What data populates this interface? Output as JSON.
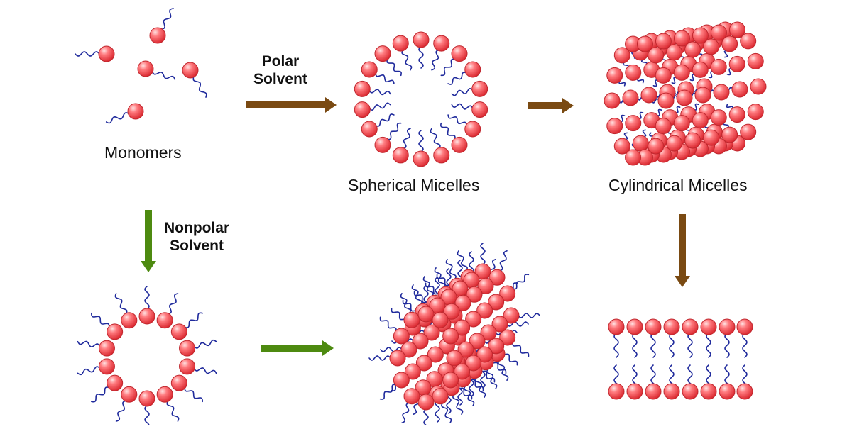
{
  "labels": {
    "monomers": "Monomers",
    "polar_solvent_line1": "Polar",
    "polar_solvent_line2": "Solvent",
    "spherical_micelles": "Spherical Micelles",
    "cylindrical_micelles": "Cylindrical Micelles",
    "nonpolar_solvent_line1": "Nonpolar",
    "nonpolar_solvent_line2": "Solvent"
  },
  "colors": {
    "head_fill": "#f2505a",
    "head_stroke": "#c0282f",
    "tail": "#1f2a9c",
    "polar_arrow": "#7a4a12",
    "nonpolar_arrow": "#4d8a10"
  }
}
